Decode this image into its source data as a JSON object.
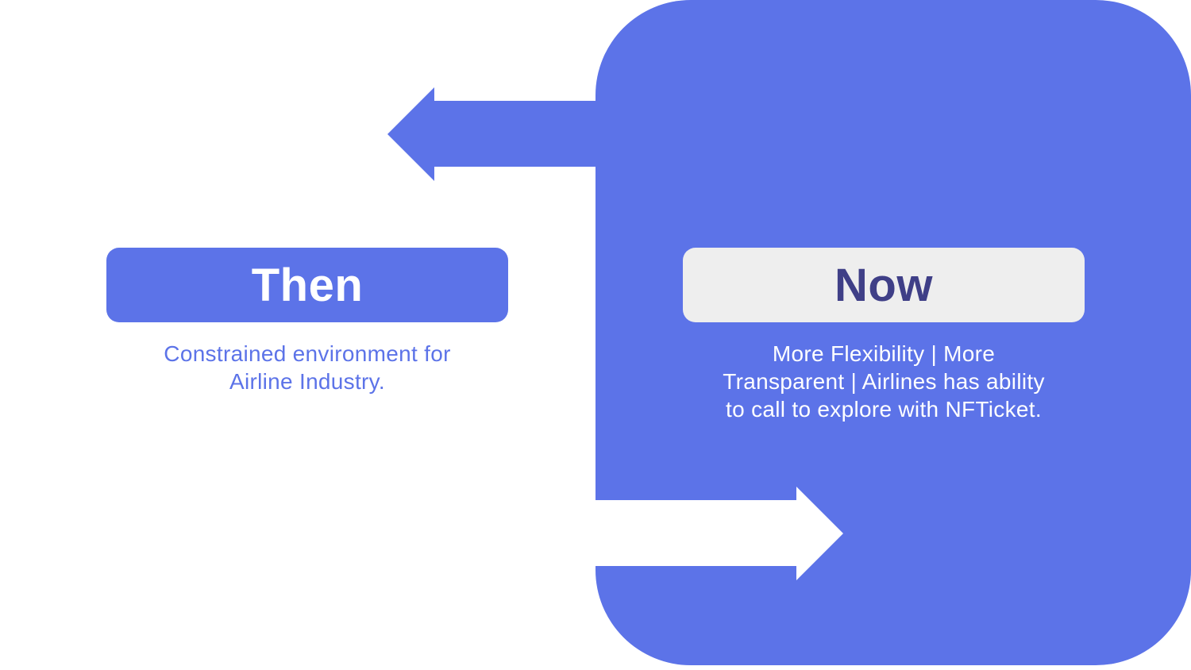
{
  "colors": {
    "accent": "#5c73e8",
    "now_label": "#3f3f87",
    "now_pill_bg": "#eeeeee",
    "background": "#ffffff"
  },
  "then": {
    "label": "Then",
    "description_lines": [
      "Constrained environment for",
      "Airline Industry."
    ]
  },
  "now": {
    "label": "Now",
    "description_lines": [
      "More Flexibility | More",
      "Transparent | Airlines has ability",
      "to call to explore with NFTicket."
    ]
  },
  "icons": {
    "arrow_back": "arrow-left-icon",
    "arrow_forward": "arrow-right-icon"
  }
}
